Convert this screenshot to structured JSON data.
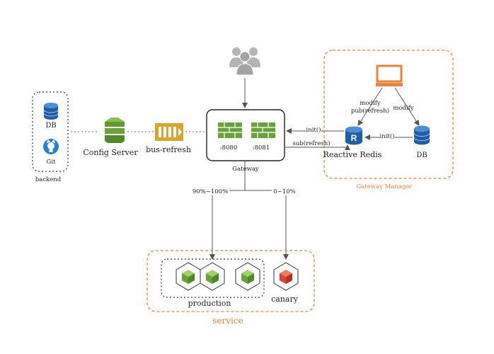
{
  "backend": {
    "db_label": "DB",
    "git_label": "Git",
    "group_label": "backend"
  },
  "config_server": {
    "label": "Config Server"
  },
  "bus_refresh": {
    "label": "bus-refresh"
  },
  "gateway": {
    "label": "Gateway",
    "port_a": ":8080",
    "port_b": ":8081"
  },
  "gateway_manager": {
    "label": "Gateway Manager",
    "redis_label": "Reactive Redis",
    "db_label": "DB",
    "edge_modify_pub": "modify\npub(refresh)",
    "edge_modify": "modify",
    "edge_init_db": "init()",
    "edge_init_gateway": "init()",
    "edge_sub": "sub(refresh)"
  },
  "routing": {
    "production_share": "90%~100%",
    "canary_share": "0~10%"
  },
  "service": {
    "label": "service",
    "production_label": "production",
    "canary_label": "canary"
  },
  "colors": {
    "accent_orange": "#e8833a",
    "server_green": "#6aa23a",
    "node_green": "#7ab648",
    "canary_red": "#e0412c",
    "db_blue": "#2a6fc0",
    "bus_gold": "#d9a52c",
    "users_gray": "#b4b4b4"
  }
}
